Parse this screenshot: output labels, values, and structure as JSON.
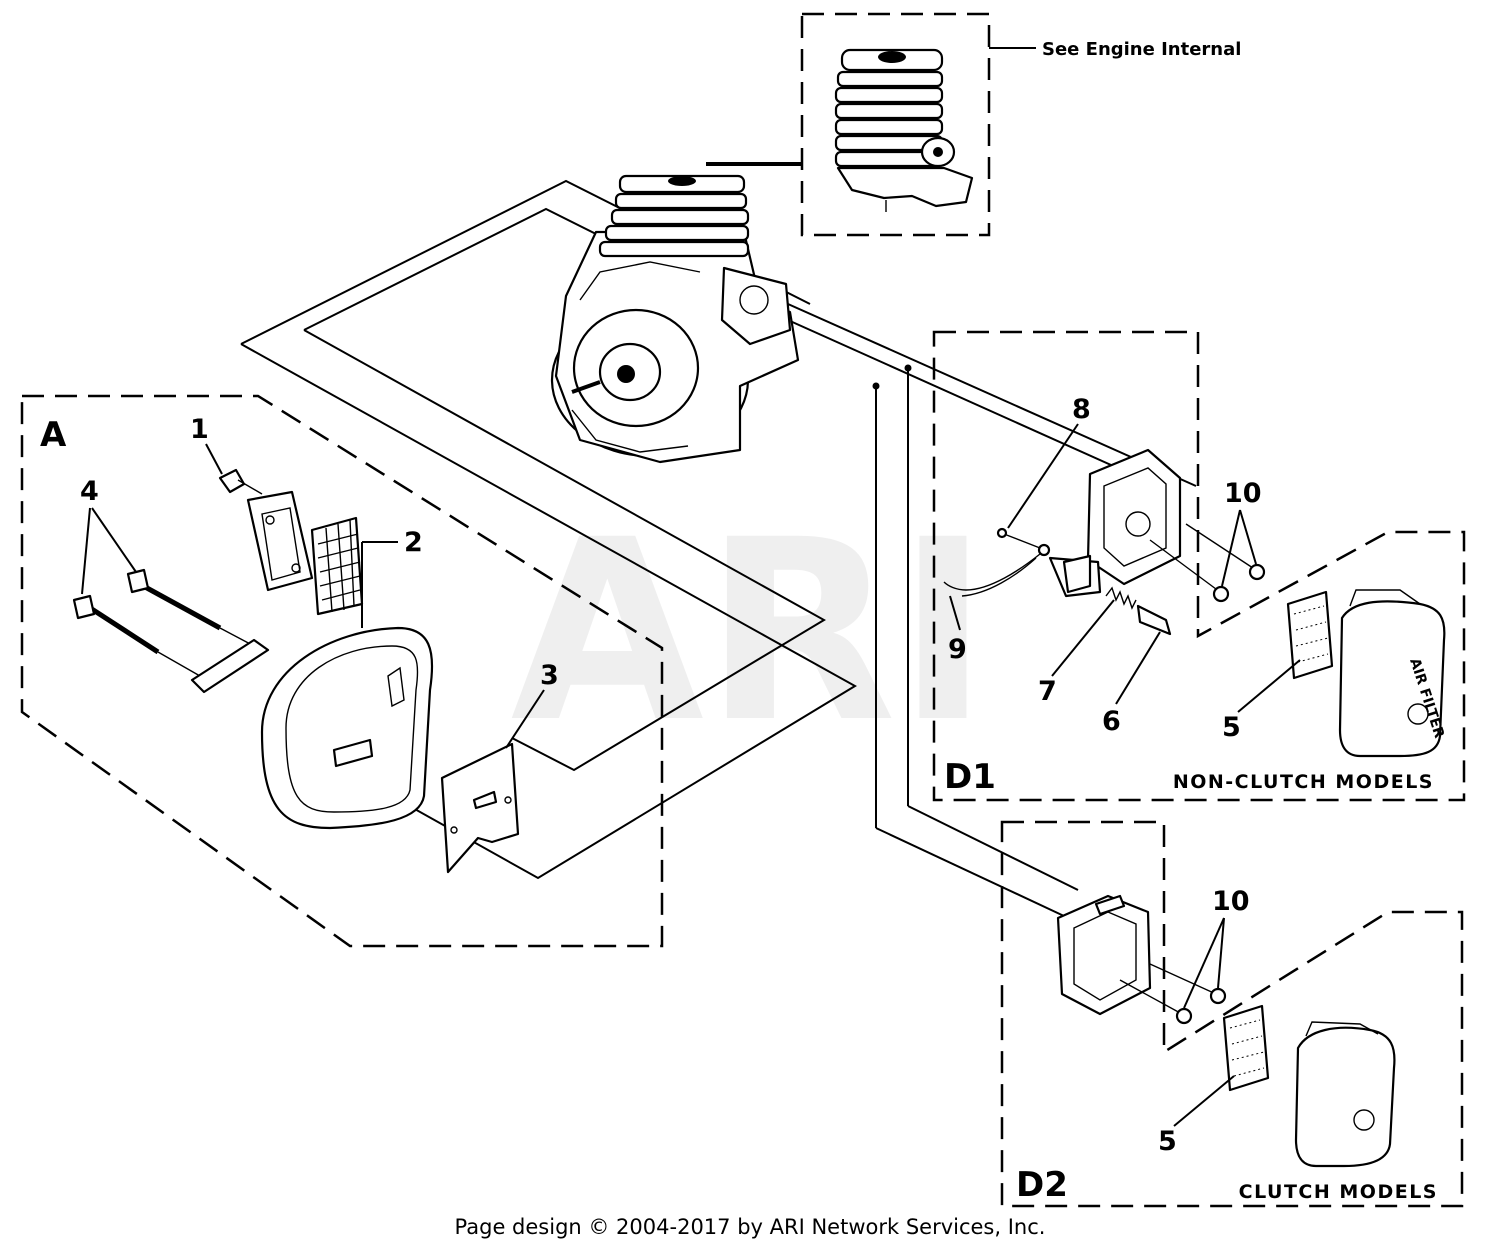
{
  "diagram": {
    "see_engine_internal": "See Engine Internal",
    "watermark": "ARI",
    "sections": {
      "a": "A",
      "d1": "D1",
      "d2": "D2"
    },
    "model_labels": {
      "non_clutch": "NON-CLUTCH MODELS",
      "clutch": "CLUTCH MODELS"
    },
    "callouts": {
      "c1": "1",
      "c2": "2",
      "c3": "3",
      "c4": "4",
      "c5_d1": "5",
      "c5_d2": "5",
      "c6": "6",
      "c7": "7",
      "c8": "8",
      "c9": "9",
      "c10_d1": "10",
      "c10_d2": "10"
    },
    "filter_cover_lettering": "AIR FILTER"
  },
  "footer": {
    "copyright": "Page design © 2004-2017 by ARI Network Services, Inc."
  }
}
